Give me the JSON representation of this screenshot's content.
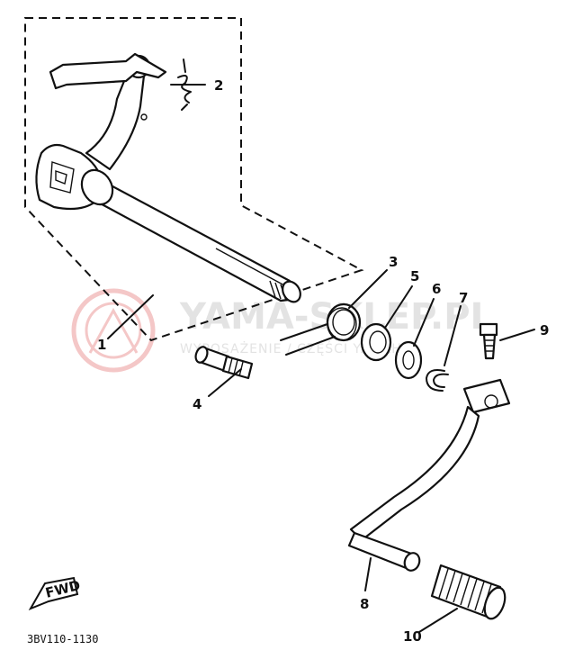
{
  "watermark": {
    "logo": "yamaha-tuning-fork-logo",
    "title": "YAMA-SKLEP.PL",
    "subtitle": "WYPOSAŻENIE / CZĘŚCI YAMAHA"
  },
  "diagram_code": "3BV110-1130",
  "fwd_label": "FWD",
  "callouts": [
    {
      "id": "1",
      "label": "1"
    },
    {
      "id": "2",
      "label": "2"
    },
    {
      "id": "3",
      "label": "3"
    },
    {
      "id": "4",
      "label": "4"
    },
    {
      "id": "5",
      "label": "5"
    },
    {
      "id": "6",
      "label": "6"
    },
    {
      "id": "7",
      "label": "7"
    },
    {
      "id": "8",
      "label": "8"
    },
    {
      "id": "9",
      "label": "9"
    },
    {
      "id": "10",
      "label": "10"
    }
  ]
}
